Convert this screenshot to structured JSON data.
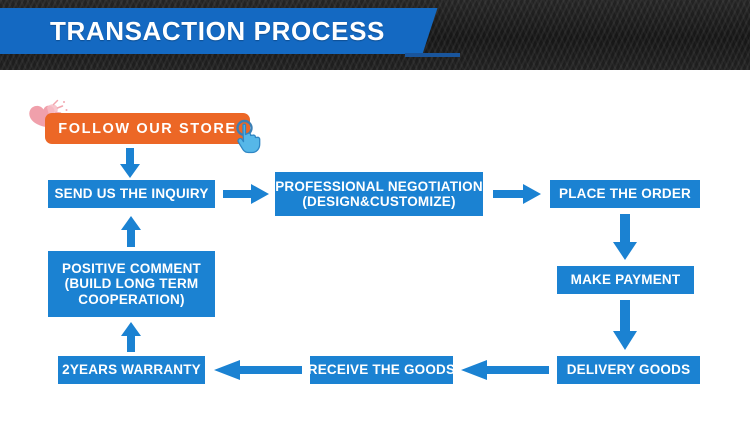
{
  "header": {
    "title": "TRANSACTION PROCESS",
    "banner_color": "#1469c2",
    "background_color": "#1c1c1c",
    "underline_color": "#19559c"
  },
  "theme": {
    "node_blue": "#1b82d2",
    "arrow_blue": "#1b82d2",
    "follow_orange": "#ec6726",
    "heart_pink": "#f2a6ae",
    "hand_blue": "#56b7e8",
    "text_white": "#ffffff"
  },
  "follow": {
    "label": "FOLLOW OUR STORE",
    "heart_icon": "heart-icon",
    "hand_icon": "hand-pointer-icon"
  },
  "flow": {
    "nodes": [
      {
        "id": "send-us-the-inquiry",
        "lines": [
          "SEND US THE INQUIRY"
        ]
      },
      {
        "id": "professional-negotiation",
        "lines": [
          "PROFESSIONAL NEGOTIATION",
          "(DESIGN&CUSTOMIZE)"
        ]
      },
      {
        "id": "place-the-order",
        "lines": [
          "PLACE THE ORDER"
        ]
      },
      {
        "id": "make-payment",
        "lines": [
          "MAKE PAYMENT"
        ]
      },
      {
        "id": "delivery-goods",
        "lines": [
          "DELIVERY GOODS"
        ]
      },
      {
        "id": "receive-the-goods",
        "lines": [
          "RECEIVE THE GOODS"
        ]
      },
      {
        "id": "2years-warranty",
        "lines": [
          "2YEARS WARRANTY"
        ]
      },
      {
        "id": "positive-comment",
        "lines": [
          "POSITIVE COMMENT",
          "(BUILD LONG TERM",
          "COOPERATION)"
        ]
      }
    ],
    "connectors": [
      {
        "id": "follow-to-inquiry",
        "direction": "down"
      },
      {
        "id": "inquiry-to-negotiation",
        "direction": "right"
      },
      {
        "id": "negotiation-to-place-order",
        "direction": "right"
      },
      {
        "id": "place-order-to-make-payment",
        "direction": "down"
      },
      {
        "id": "make-payment-to-delivery",
        "direction": "down"
      },
      {
        "id": "delivery-to-receive",
        "direction": "left"
      },
      {
        "id": "receive-to-warranty",
        "direction": "left"
      },
      {
        "id": "warranty-to-positive-comment",
        "direction": "up"
      },
      {
        "id": "positive-comment-to-inquiry",
        "direction": "up"
      }
    ]
  }
}
